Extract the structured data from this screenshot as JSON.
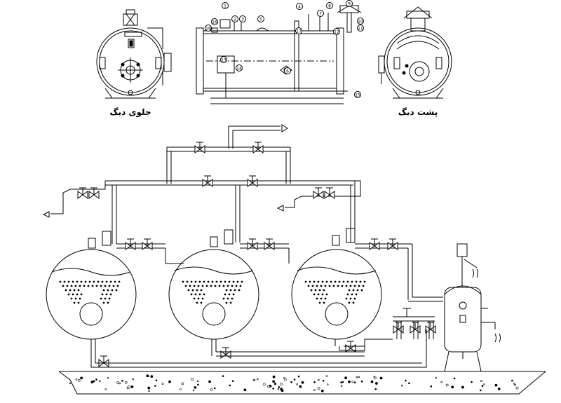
{
  "labels": {
    "front_view": "جلوی دیگ",
    "rear_view": "پشت دیگ"
  },
  "callouts": [
    "1",
    "2",
    "3",
    "4",
    "5",
    "6",
    "7",
    "8",
    "9",
    "10",
    "11",
    "12",
    "13",
    "14",
    "15",
    "16",
    "17",
    "18"
  ],
  "colors": {
    "line": "#000000",
    "background": "#ffffff"
  }
}
